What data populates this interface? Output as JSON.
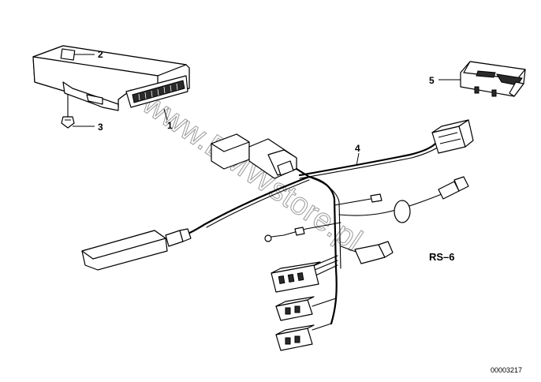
{
  "callouts": {
    "c1": "1",
    "c2": "2",
    "c3": "3",
    "c4": "4",
    "c5": "5"
  },
  "model_code": "RS–6",
  "reference_number": "00003217",
  "watermark": "www.BMWstore.pl"
}
